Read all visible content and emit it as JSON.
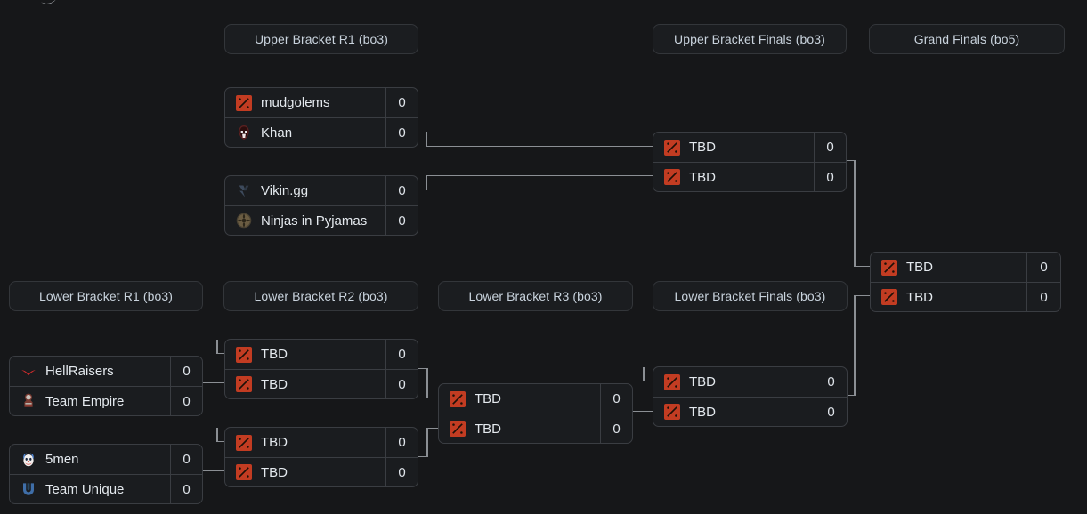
{
  "page": {
    "background": "#161719",
    "accent_red": "#c23c22",
    "line_color": "#8b8f94",
    "text_color": "#e4e9ee"
  },
  "rounds": [
    {
      "id": "ubr1",
      "label": "Upper Bracket R1 (bo3)"
    },
    {
      "id": "ubf",
      "label": "Upper Bracket Finals (bo3)"
    },
    {
      "id": "gf",
      "label": "Grand Finals (bo5)"
    },
    {
      "id": "lbr1",
      "label": "Lower Bracket R1 (bo3)"
    },
    {
      "id": "lbr2",
      "label": "Lower Bracket R2 (bo3)"
    },
    {
      "id": "lbr3",
      "label": "Lower Bracket R3 (bo3)"
    },
    {
      "id": "lbf",
      "label": "Lower Bracket Finals (bo3)"
    }
  ],
  "matches": {
    "ubr1_m1": {
      "teams": [
        {
          "name": "mudgolems",
          "score": "0",
          "logo": "dota-logo-icon"
        },
        {
          "name": "Khan",
          "score": "0",
          "logo": "khan-logo-icon"
        }
      ]
    },
    "ubr1_m2": {
      "teams": [
        {
          "name": "Vikin.gg",
          "score": "0",
          "logo": "vikin-logo-icon"
        },
        {
          "name": "Ninjas in Pyjamas",
          "score": "0",
          "logo": "nip-logo-icon"
        }
      ]
    },
    "ubf_m1": {
      "teams": [
        {
          "name": "TBD",
          "score": "0",
          "logo": "dota-logo-icon"
        },
        {
          "name": "TBD",
          "score": "0",
          "logo": "dota-logo-icon"
        }
      ]
    },
    "gf_m1": {
      "teams": [
        {
          "name": "TBD",
          "score": "0",
          "logo": "dota-logo-icon"
        },
        {
          "name": "TBD",
          "score": "0",
          "logo": "dota-logo-icon"
        }
      ]
    },
    "lbr1_m1": {
      "teams": [
        {
          "name": "HellRaisers",
          "score": "0",
          "logo": "hellraisers-logo-icon"
        },
        {
          "name": "Team Empire",
          "score": "0",
          "logo": "empire-logo-icon"
        }
      ]
    },
    "lbr1_m2": {
      "teams": [
        {
          "name": "5men",
          "score": "0",
          "logo": "fivemen-logo-icon"
        },
        {
          "name": "Team Unique",
          "score": "0",
          "logo": "unique-logo-icon"
        }
      ]
    },
    "lbr2_m1": {
      "teams": [
        {
          "name": "TBD",
          "score": "0",
          "logo": "dota-logo-icon"
        },
        {
          "name": "TBD",
          "score": "0",
          "logo": "dota-logo-icon"
        }
      ]
    },
    "lbr2_m2": {
      "teams": [
        {
          "name": "TBD",
          "score": "0",
          "logo": "dota-logo-icon"
        },
        {
          "name": "TBD",
          "score": "0",
          "logo": "dota-logo-icon"
        }
      ]
    },
    "lbr3_m1": {
      "teams": [
        {
          "name": "TBD",
          "score": "0",
          "logo": "dota-logo-icon"
        },
        {
          "name": "TBD",
          "score": "0",
          "logo": "dota-logo-icon"
        }
      ]
    },
    "lbf_m1": {
      "teams": [
        {
          "name": "TBD",
          "score": "0",
          "logo": "dota-logo-icon"
        },
        {
          "name": "TBD",
          "score": "0",
          "logo": "dota-logo-icon"
        }
      ]
    }
  }
}
